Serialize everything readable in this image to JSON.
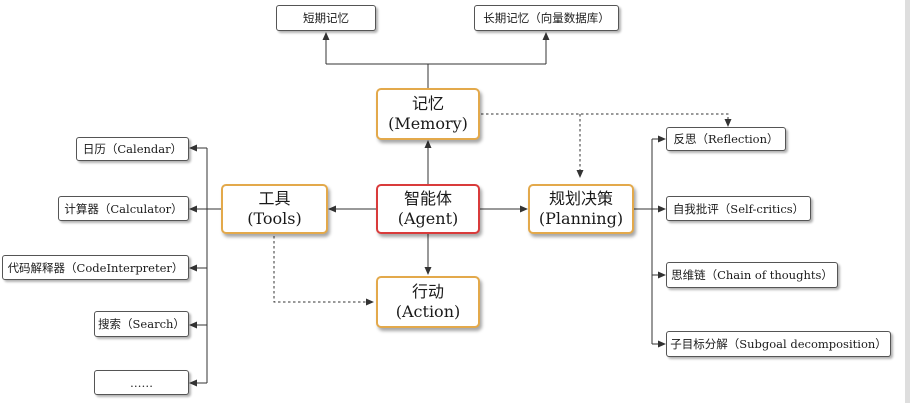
{
  "nodes": {
    "agent": {
      "title": "智能体",
      "subtitle": "(Agent)"
    },
    "memory": {
      "title": "记忆",
      "subtitle": "(Memory)"
    },
    "tools": {
      "title": "工具",
      "subtitle": "(Tools)"
    },
    "planning": {
      "title": "规划决策",
      "subtitle": "(Planning)"
    },
    "action": {
      "title": "行动",
      "subtitle": "(Action)"
    }
  },
  "memory_items": [
    {
      "label": "短期记忆"
    },
    {
      "label": "长期记忆（向量数据库）"
    }
  ],
  "tool_items": [
    {
      "label": "日历（Calendar）"
    },
    {
      "label": "计算器（Calculator）"
    },
    {
      "label": "代码解释器（CodeInterpreter）"
    },
    {
      "label": "搜索（Search）"
    },
    {
      "label": "……"
    }
  ],
  "planning_items": [
    {
      "label": "反思（Reflection）"
    },
    {
      "label": "自我批评（Self-critics）"
    },
    {
      "label": "思维链（Chain of thoughts）"
    },
    {
      "label": "子目标分解（Subgoal decomposition）"
    }
  ],
  "colors": {
    "agent_border": "#d93b3b",
    "module_border": "#e3a94b",
    "leaf_border": "#555555",
    "connector": "#333333"
  }
}
